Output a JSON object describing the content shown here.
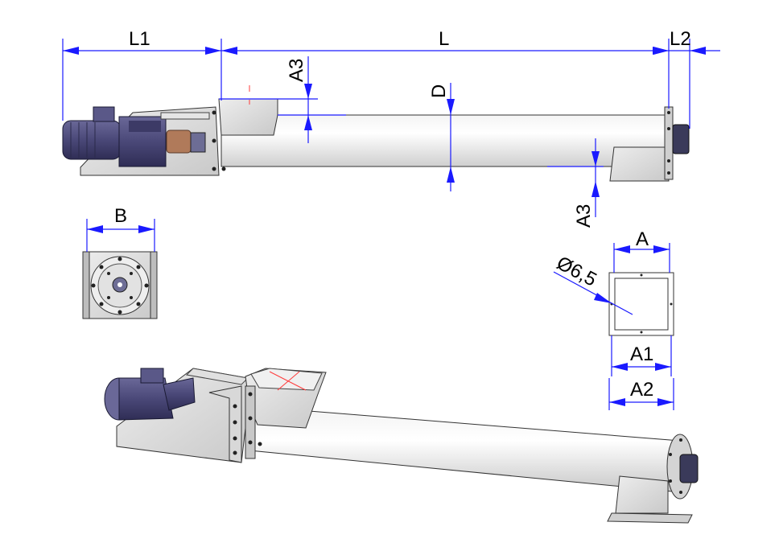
{
  "colors": {
    "dimension": "#1a1aff",
    "outline": "#000000",
    "steel": "#d9d9d9",
    "motor": "#4a4878",
    "coupling": "#b07a5a",
    "center_mark": "#ff3b3b"
  },
  "dimensions": {
    "L1": "L1",
    "L": "L",
    "L2": "L2",
    "A3_top": "A3",
    "D": "D",
    "A3_bottom": "A3",
    "B": "B",
    "A": "A",
    "hole": "Ø6,5",
    "A1": "A1",
    "A2": "A2"
  },
  "icons": [
    "motor-icon",
    "gearbox-icon",
    "coupling-icon",
    "flange-icon"
  ]
}
